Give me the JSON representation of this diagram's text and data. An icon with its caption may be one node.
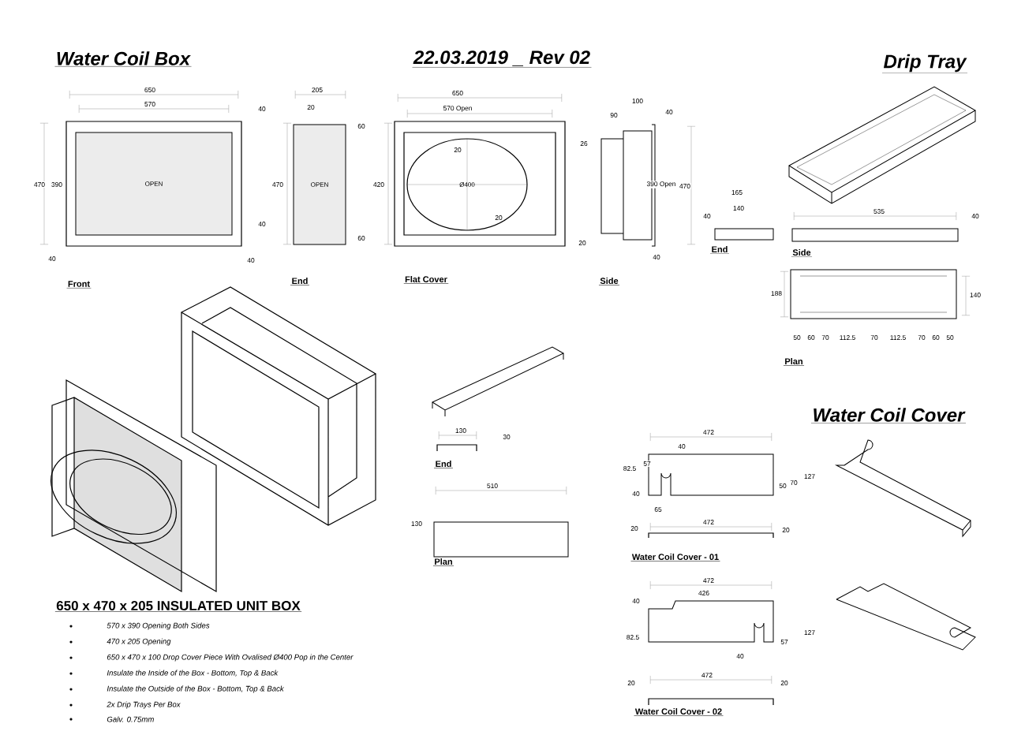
{
  "diagram": {
    "nodes": [
      {
        "text": [
          "OPEN"
        ]
      },
      {
        "text": [
          "OPEN"
        ]
      },
      {
        "text": [
          "Ø400"
        ]
      }
    ],
    "labels": [
      "Water Coil Box",
      "22.03.2019 _ Rev 02",
      "Drip Tray",
      "650",
      "570",
      "40",
      "470",
      "390",
      "40",
      "40",
      "40",
      "205",
      "20",
      "60",
      "470",
      "60",
      "650",
      "570 Open",
      "420",
      "20",
      "20",
      "100",
      "90",
      "40",
      "26",
      "390 Open",
      "470",
      "20",
      "40",
      "165",
      "140",
      "40",
      "Front",
      "End",
      "Flat Cover",
      "Side",
      "End",
      "535",
      "40",
      "Side",
      "188",
      "140",
      "50",
      "60",
      "70",
      "112.5",
      "70",
      "112.5",
      "70",
      "60",
      "50",
      "Plan",
      "130",
      "30",
      "End",
      "510",
      "130",
      "Plan",
      "Water Coil Cover",
      "472",
      "40",
      "82.5",
      "57",
      "50",
      "70",
      "127",
      "40",
      "65",
      "20",
      "472",
      "20",
      "Water Coil Cover - 01",
      "472",
      "426",
      "40",
      "82.5",
      "127",
      "57",
      "40",
      "20",
      "472",
      "20",
      "Water Coil Cover - 02",
      "650 x 470 x 205 INSULATED UNIT BOX",
      "570 x 390 Opening Both Sides",
      "470 x 205 Opening",
      "650 x 470 x 100 Drop Cover Piece With Ovalised Ø400 Pop in the Center",
      "Insulate the Inside of the Box - Bottom, Top & Back",
      "Insulate the Outside of the Box - Bottom, Top & Back",
      "2x Drip Trays Per Box",
      "Galv. 0.75mm"
    ]
  }
}
